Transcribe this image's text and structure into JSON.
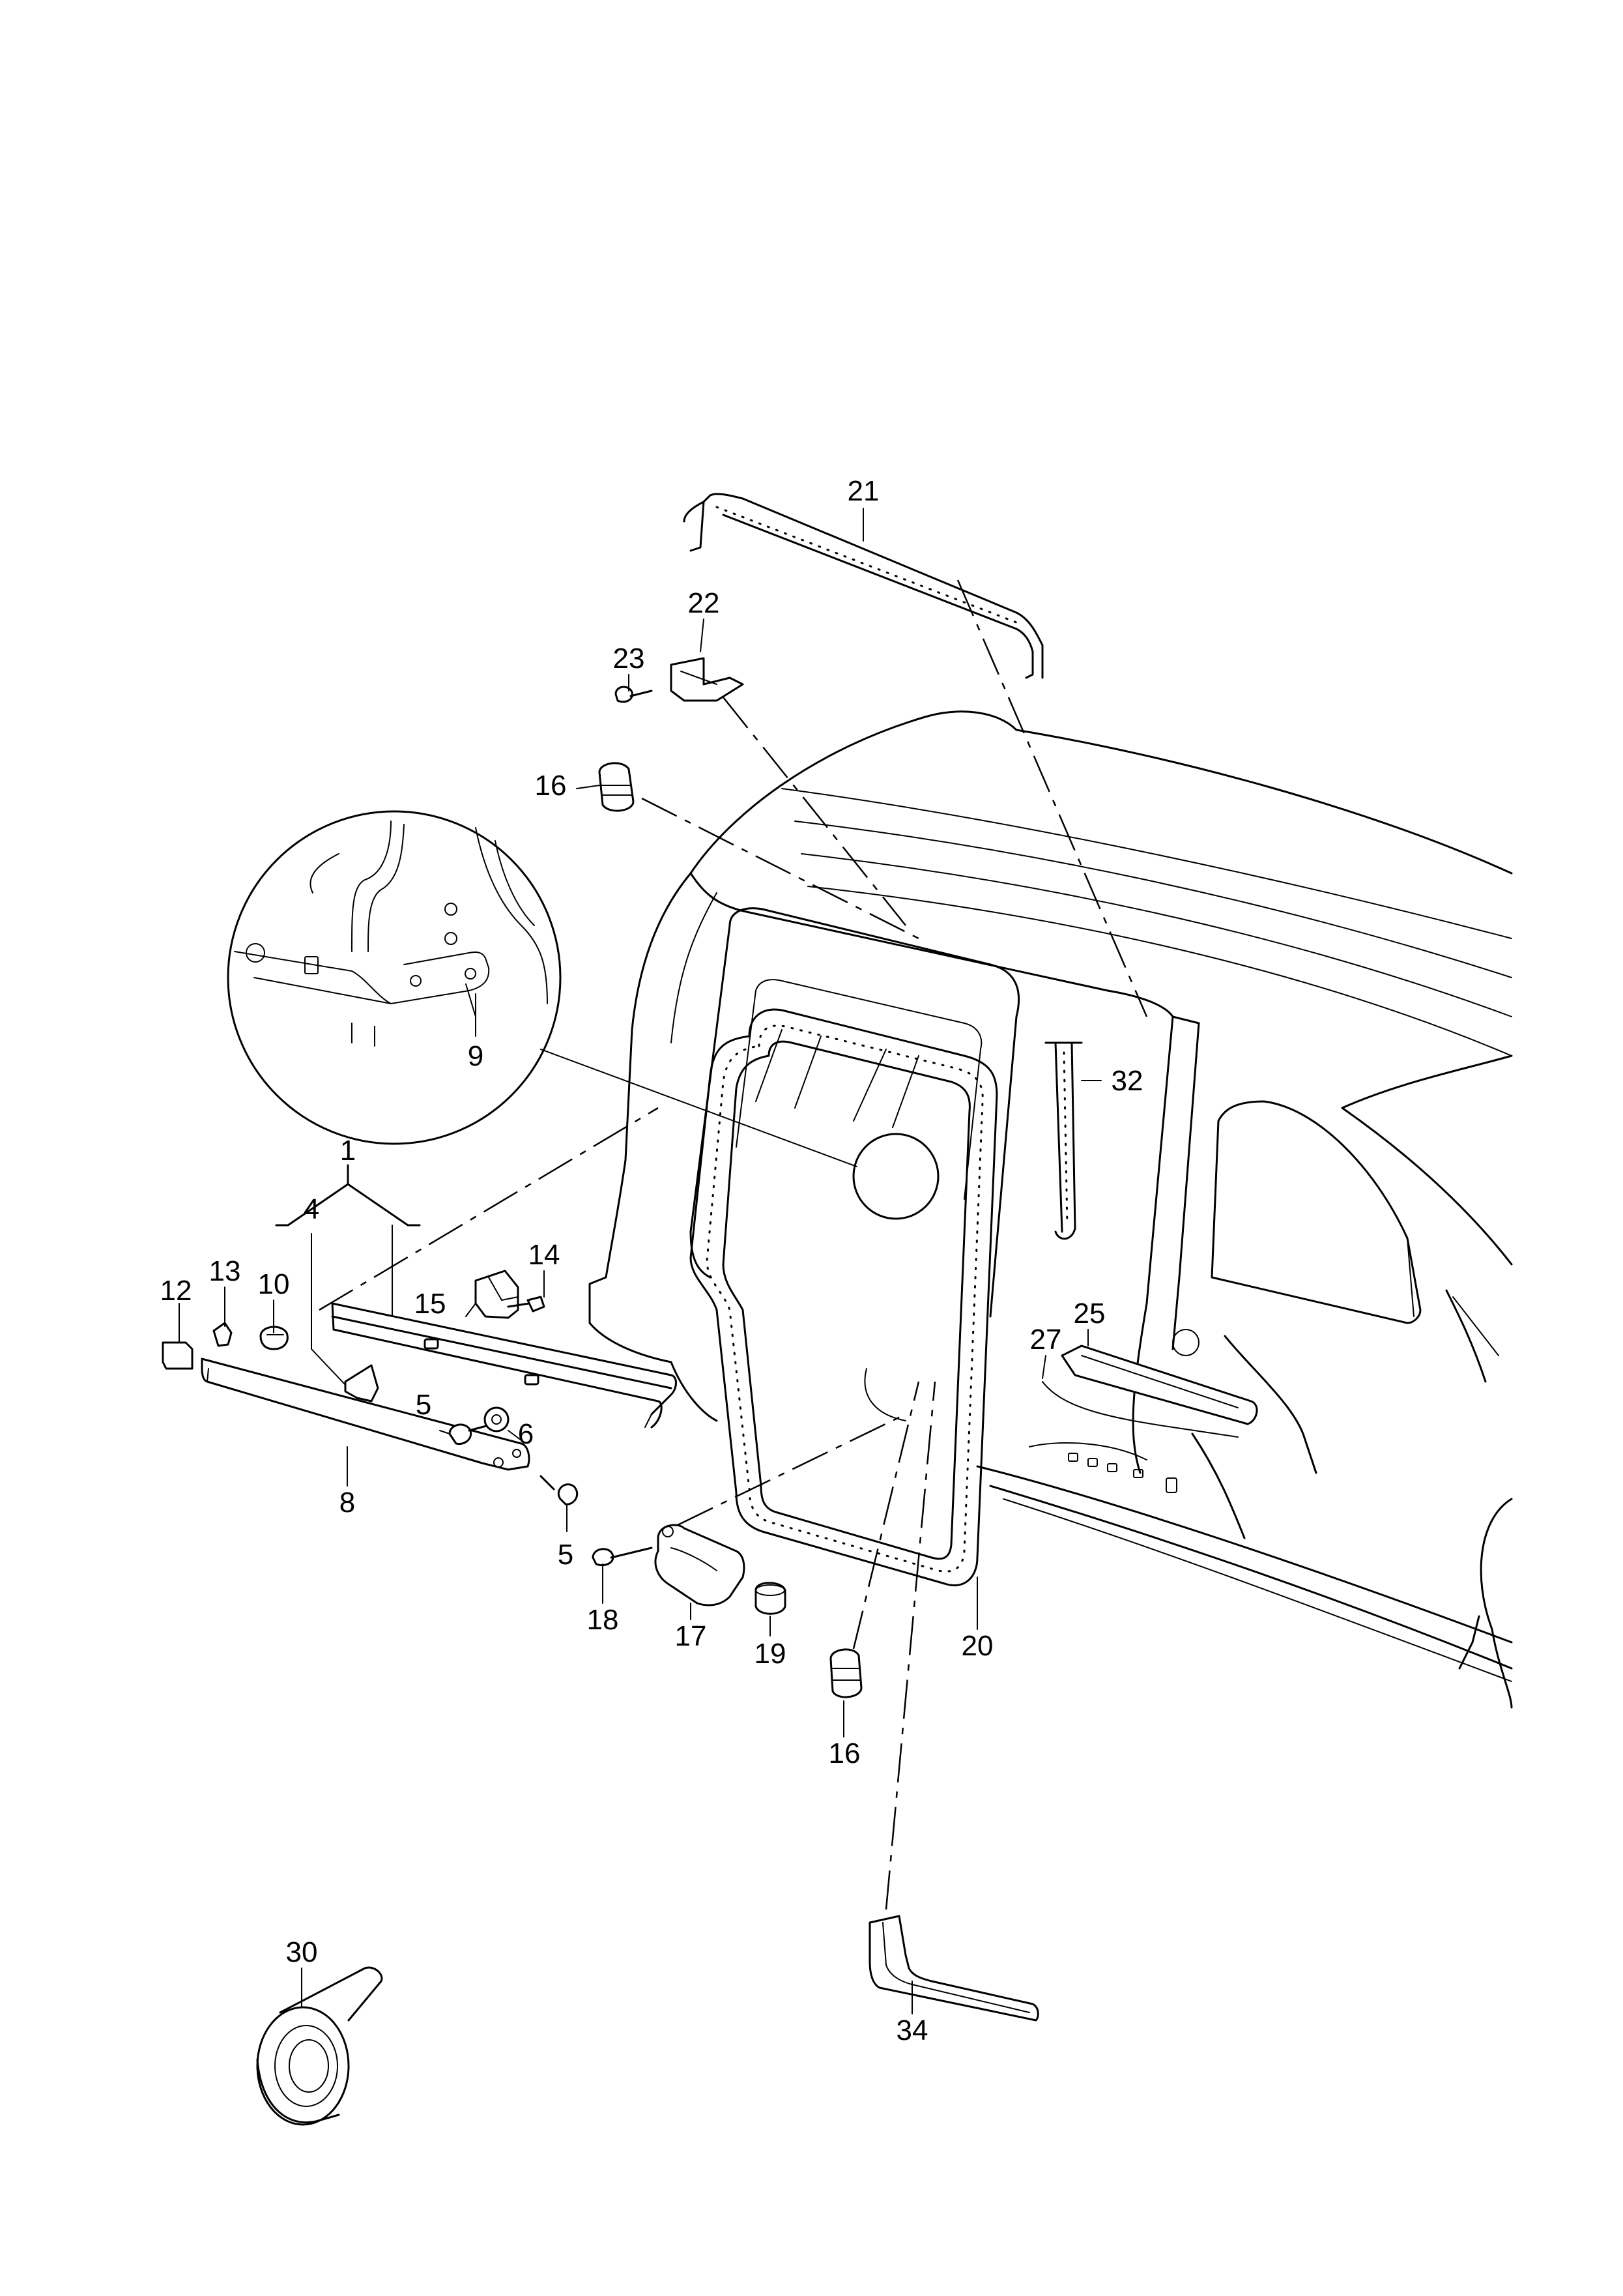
{
  "callouts": {
    "c1": "1",
    "c4": "4",
    "c5a": "5",
    "c5b": "5",
    "c6": "6",
    "c8": "8",
    "c9": "9",
    "c10": "10",
    "c12": "12",
    "c13": "13",
    "c14": "14",
    "c15": "15",
    "c16a": "16",
    "c16b": "16",
    "c17": "17",
    "c18": "18",
    "c19": "19",
    "c20": "20",
    "c21": "21",
    "c22": "22",
    "c23": "23",
    "c25": "25",
    "c27": "27",
    "c30": "30",
    "c32": "32",
    "c34": "34"
  }
}
